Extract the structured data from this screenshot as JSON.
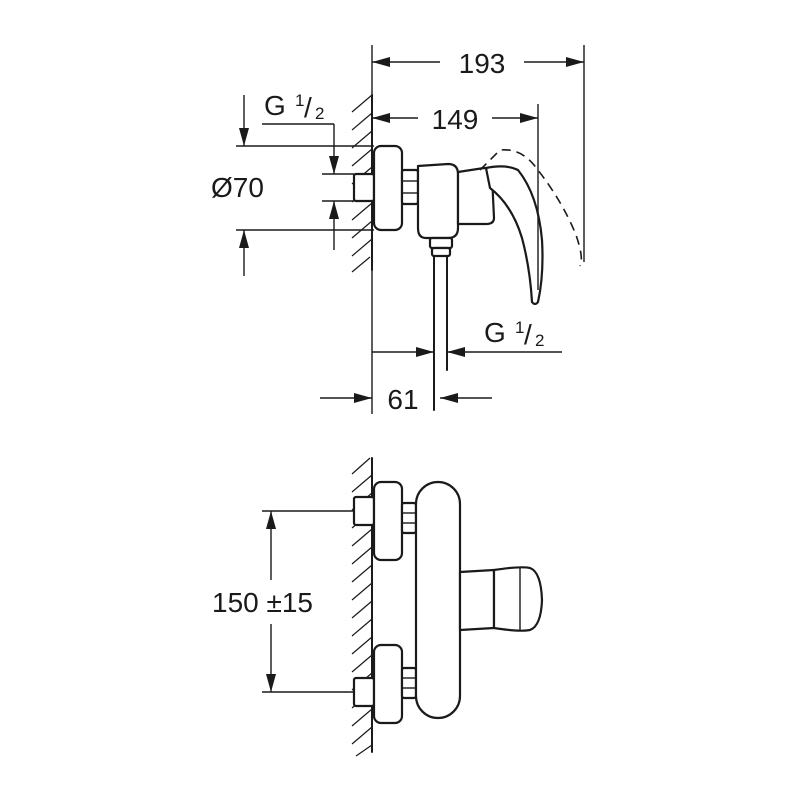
{
  "dimensions": {
    "overall_depth": "193",
    "lever_depth": "149",
    "inlet_diameter": "Ø70",
    "outlet_offset": "61",
    "inlet_spacing": "150 ±15"
  },
  "thread_inlet": {
    "letter": "G",
    "num": "1",
    "slash": "/",
    "den": "2"
  },
  "thread_outlet": {
    "letter": "G",
    "num": "1",
    "slash": "/",
    "den": "2"
  }
}
